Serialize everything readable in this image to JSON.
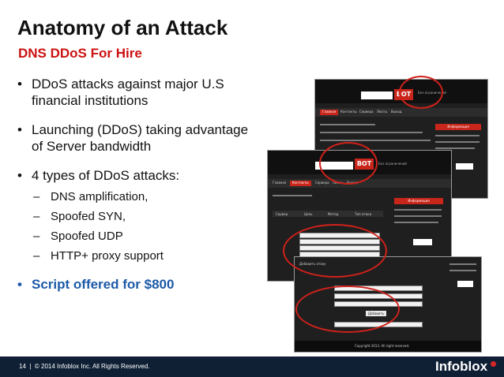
{
  "slide": {
    "title": "Anatomy of an Attack",
    "subtitle": "DNS DDoS For Hire",
    "bullets": [
      "DDoS attacks against major U.S financial institutions",
      "Launching (DDoS) taking advantage of Server bandwidth",
      "4 types of DDoS attacks:"
    ],
    "sub_bullets": [
      "DNS amplification,",
      "Spoofed SYN,",
      "Spoofed UDP",
      "HTTP+ proxy support"
    ],
    "highlight": "Script offered for $800",
    "bullet_glyph": "•",
    "dash_glyph": "–"
  },
  "screenshots": {
    "brand": "BOT",
    "tagline": "Без ограничений",
    "nav_items": [
      "Главная",
      "Контакты",
      "Сервера",
      "Листы",
      "Выход"
    ],
    "panel_title": "Информация",
    "form_header": "Добавить атаку",
    "table_headers": [
      "Сервер",
      "Цель",
      "Метод",
      "Тип атаки"
    ],
    "add_button": "Добавить",
    "footer_text": "Copyright 2013. All right reserved."
  },
  "footer": {
    "page_number": "14",
    "separator": "|",
    "copyright": "© 2014 Infoblox Inc. All Rights Reserved.",
    "logo": "Infoblox"
  },
  "colors": {
    "accent_red": "#cc1111",
    "highlight_blue": "#1d5aa8",
    "footer_bg": "#0f2035"
  }
}
